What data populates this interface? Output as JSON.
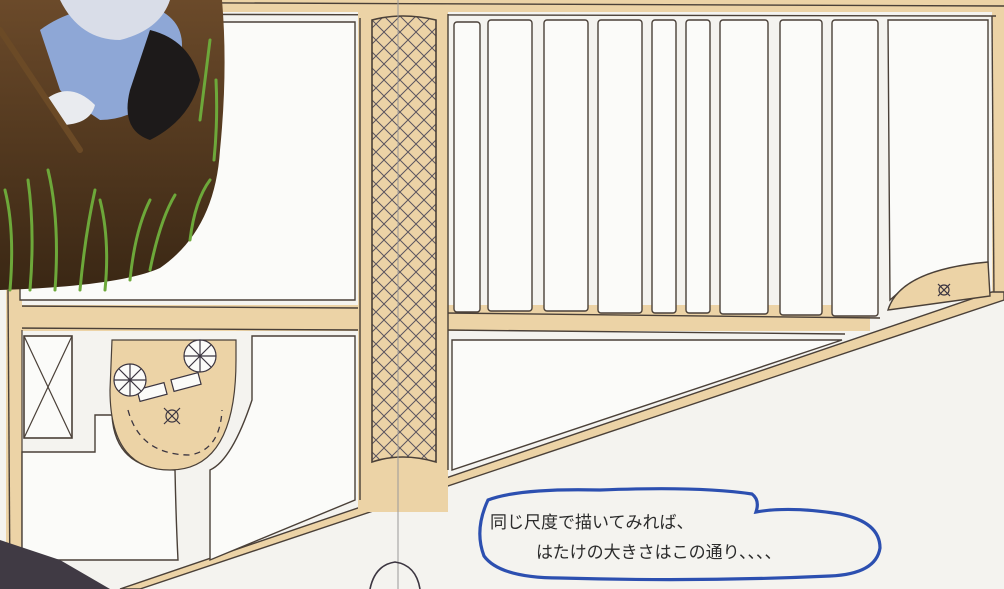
{
  "image": {
    "description_kind": "hand-drawn garden plan scan",
    "photo_subject": "person-gardening-photo"
  },
  "note": {
    "line1": "同じ尺度で描いてみれば、",
    "line2": "はたけの大きさはこの通り、、、、"
  },
  "colors": {
    "paper": "#f4f3ef",
    "path_fill": "#ecd3a6",
    "ink": "#4a4038",
    "note_outline": "#2c4fb0",
    "hatch": "#5b5560"
  }
}
